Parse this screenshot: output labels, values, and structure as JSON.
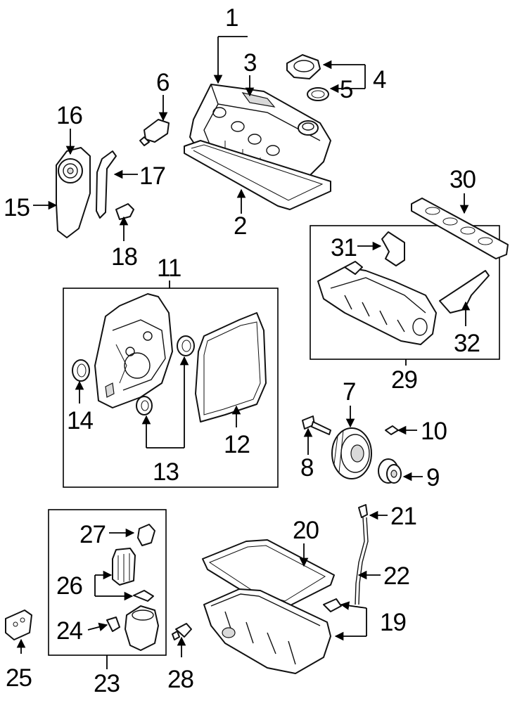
{
  "callouts": {
    "n1": "1",
    "n2": "2",
    "n3": "3",
    "n4": "4",
    "n5": "5",
    "n6": "6",
    "n7": "7",
    "n8": "8",
    "n9": "9",
    "n10": "10",
    "n11": "11",
    "n12": "12",
    "n13": "13",
    "n14": "14",
    "n15": "15",
    "n16": "16",
    "n17": "17",
    "n18": "18",
    "n19": "19",
    "n20": "20",
    "n21": "21",
    "n22": "22",
    "n23": "23",
    "n24": "24",
    "n25": "25",
    "n26": "26",
    "n27": "27",
    "n28": "28",
    "n29": "29",
    "n30": "30",
    "n31": "31",
    "n32": "32"
  },
  "colors": {
    "line": "#000000",
    "background": "#ffffff"
  }
}
